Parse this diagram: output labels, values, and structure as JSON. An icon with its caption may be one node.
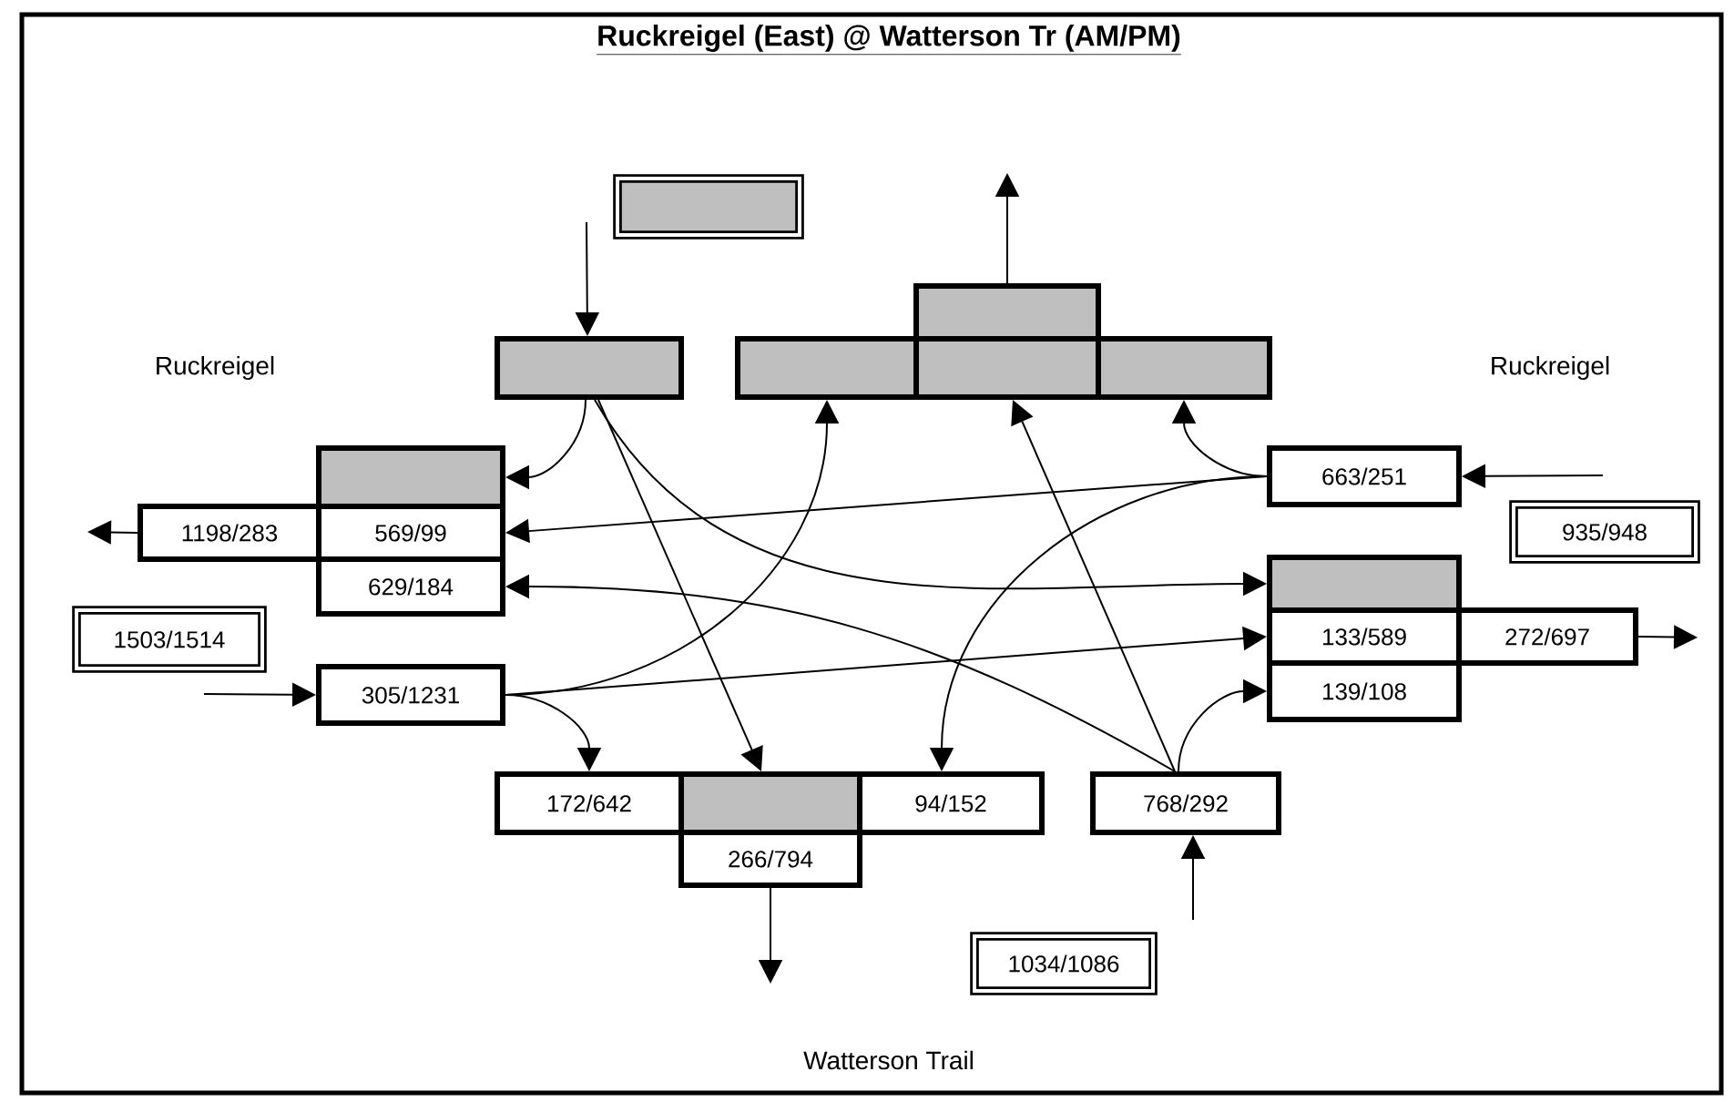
{
  "diagram": {
    "title": "Ruckreigel (East) @ Watterson Tr (AM/PM)",
    "nodes": [
      {
        "text": [],
        "shape": "box"
      },
      {
        "text": [],
        "shape": "box"
      },
      {
        "text": [],
        "shape": "box"
      },
      {
        "text": [],
        "shape": "box"
      },
      {
        "text": [],
        "shape": "box"
      },
      {
        "text": [],
        "shape": "box"
      },
      {
        "text": [],
        "shape": "box"
      },
      {
        "text": [
          "1198/283"
        ]
      },
      {
        "text": [
          "569/99"
        ]
      },
      {
        "text": [
          "629/184"
        ]
      },
      {
        "text": [
          "1503/1514"
        ]
      },
      {
        "text": [
          "305/1231"
        ]
      },
      {
        "text": [
          "663/251"
        ]
      },
      {
        "text": [
          "935/948"
        ]
      },
      {
        "text": [],
        "shape": "box"
      },
      {
        "text": [
          "133/589"
        ]
      },
      {
        "text": [
          "272/697"
        ]
      },
      {
        "text": [
          "139/108"
        ]
      },
      {
        "text": [
          "172/642"
        ]
      },
      {
        "text": [],
        "shape": "box"
      },
      {
        "text": [
          "94/152"
        ]
      },
      {
        "text": [
          "266/794"
        ]
      },
      {
        "text": [
          "768/292"
        ]
      },
      {
        "text": [
          "1034/1086"
        ]
      }
    ],
    "edges": [
      {
        "from": null,
        "to": 1,
        "arrow": "to"
      },
      {
        "from": 1,
        "to": 6,
        "arrow": "to"
      },
      {
        "from": 1,
        "to": 19,
        "arrow": "to"
      },
      {
        "from": 1,
        "to": 14,
        "arrow": "to"
      },
      {
        "from": 5,
        "to": null,
        "arrow": "to"
      },
      {
        "from": null,
        "to": 12,
        "arrow": "to"
      },
      {
        "from": 12,
        "to": 4,
        "arrow": "to"
      },
      {
        "from": 12,
        "to": 8,
        "arrow": "to"
      },
      {
        "from": 12,
        "to": 20,
        "arrow": "to"
      },
      {
        "from": 7,
        "to": null,
        "arrow": "to"
      },
      {
        "from": null,
        "to": 11,
        "arrow": "to"
      },
      {
        "from": 11,
        "to": 2,
        "arrow": "to"
      },
      {
        "from": 11,
        "to": 15,
        "arrow": "to"
      },
      {
        "from": 11,
        "to": 18,
        "arrow": "to"
      },
      {
        "from": 22,
        "to": 9,
        "arrow": "to"
      },
      {
        "from": 22,
        "to": 3,
        "arrow": "to"
      },
      {
        "from": 22,
        "to": 17,
        "arrow": "to"
      },
      {
        "from": null,
        "to": 22,
        "arrow": "to"
      },
      {
        "from": 16,
        "to": null,
        "arrow": "to"
      },
      {
        "from": 21,
        "to": null,
        "arrow": "to"
      }
    ],
    "labels": [
      "Ruckreigel",
      "Ruckreigel",
      "Watterson Trail"
    ]
  }
}
